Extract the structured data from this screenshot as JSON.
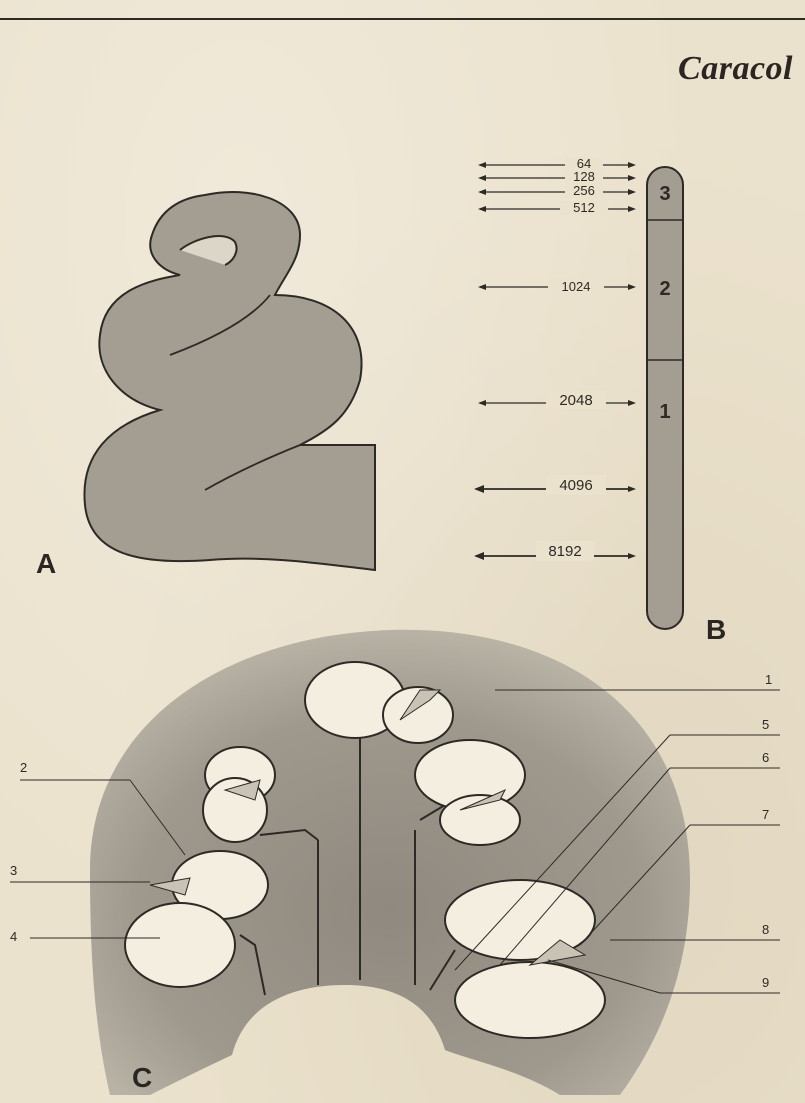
{
  "header": {
    "section_title": "Caracol"
  },
  "figures": {
    "a": {
      "letter": "A"
    },
    "b": {
      "letter": "B",
      "frequencies": [
        "64",
        "128",
        "256",
        "512",
        "1024",
        "2048",
        "4096",
        "8192"
      ],
      "regions": [
        "3",
        "2",
        "1"
      ]
    },
    "c": {
      "letter": "C",
      "callouts": [
        "1",
        "2",
        "3",
        "4",
        "5",
        "6",
        "7",
        "8",
        "9"
      ]
    }
  },
  "colors": {
    "ink": "#2d2a26",
    "tissue": "#a39d92",
    "paper": "#ebe2cd",
    "cavity": "#f4efe2"
  }
}
